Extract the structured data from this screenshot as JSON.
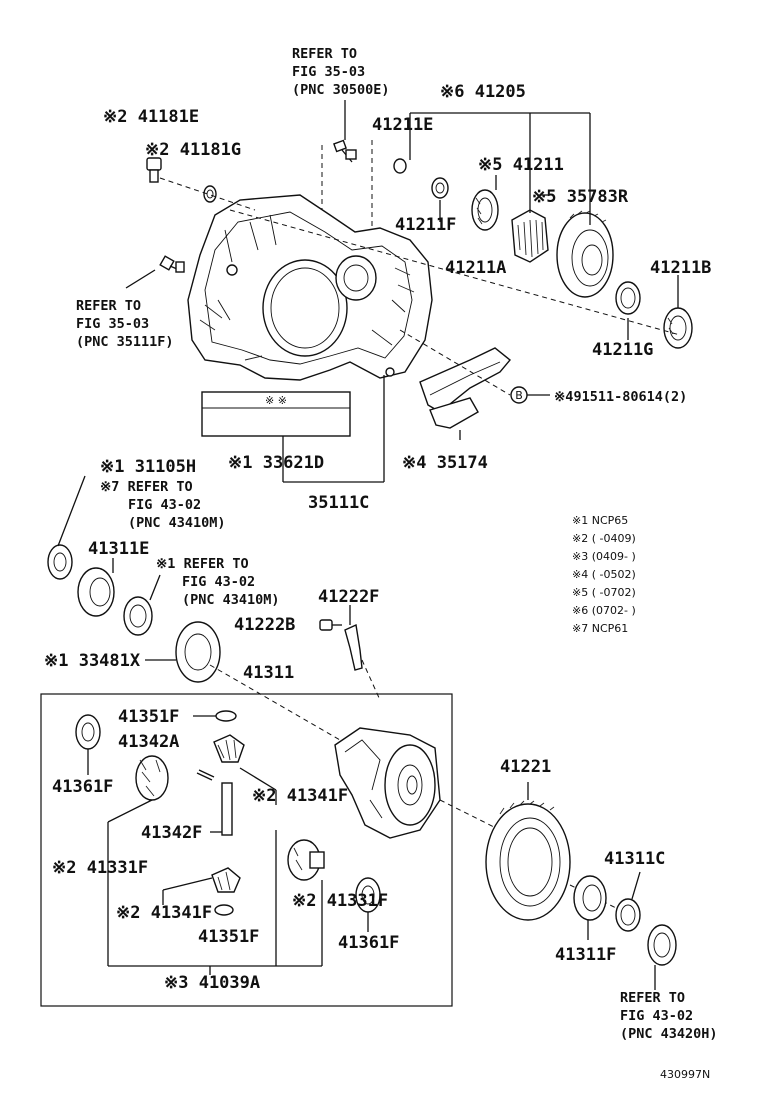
{
  "diagram_id": "430997N",
  "refs": {
    "r1": [
      "REFER TO",
      "FIG 35-03",
      "(PNC 30500E)"
    ],
    "r2": [
      "REFER TO",
      "FIG 35-03",
      "(PNC 35111F)"
    ],
    "r3": [
      "※7 REFER TO",
      "FIG 43-02",
      "(PNC 43410M)"
    ],
    "r4": [
      "※1 REFER TO",
      "FIG 43-02",
      "(PNC 43410M)"
    ],
    "r5": [
      "REFER TO",
      "FIG 43-02",
      "(PNC 43420H)"
    ]
  },
  "labels": {
    "p41181E": "※2 41181E",
    "p41181G": "※2 41181G",
    "p41205": "※6 41205",
    "p41211E": "41211E",
    "p41211": "※5 41211",
    "p35783R": "※5 35783R",
    "p41211F": "41211F",
    "p41211A": "41211A",
    "p41211B": "41211B",
    "p41211G": "41211G",
    "p491511": "※491511-80614(2)",
    "p435174": "※4 35174",
    "p33621D": "※1 33621D",
    "p35111C": "35111C",
    "p31105H": "※1 31105H",
    "p41311E": "41311E",
    "p41222F": "41222F",
    "p41222B": "41222B",
    "p33481X": "※1 33481X",
    "p41311": "41311",
    "p41351F_a": "41351F",
    "p41342A": "41342A",
    "p41361F_a": "41361F",
    "p41341F_a": "※2 41341F",
    "p41342F": "41342F",
    "p41331F_a": "※2 41331F",
    "p41341F_b": "※2 41341F",
    "p41351F_b": "41351F",
    "p41331F_b": "※2 41331F",
    "p41361F_b": "41361F",
    "p41039A": "※3 41039A",
    "p41221": "41221",
    "p41311C": "41311C",
    "p41311F": "41311F",
    "bmark": "B",
    "label_box": "※ ※"
  },
  "legend": [
    "※1  NCP65",
    "※2  (      -0409)",
    "※3  (0409-      )",
    "※4  (      -0502)",
    "※5  (      -0702)",
    "※6  (0702-      )",
    "※7  NCP61"
  ]
}
